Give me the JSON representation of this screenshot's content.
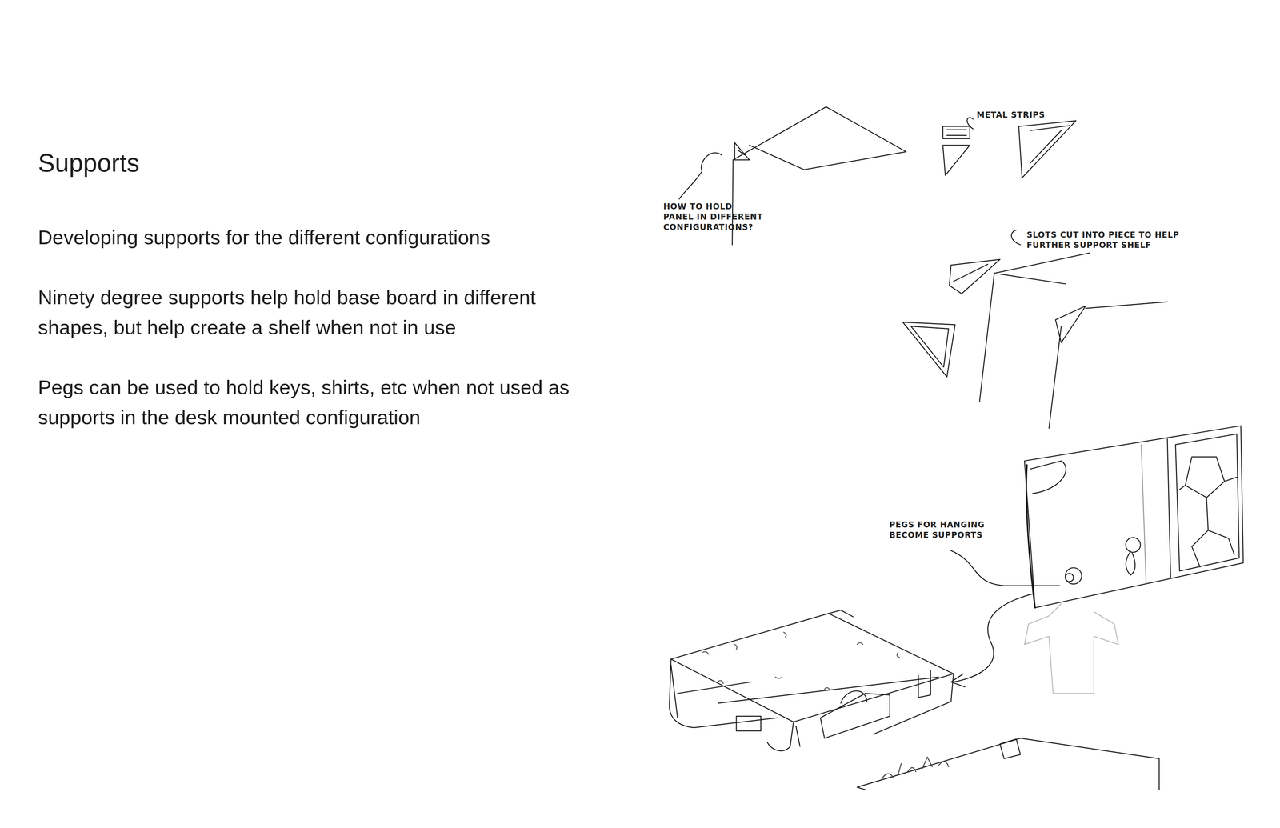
{
  "diagram": {
    "title": "Supports",
    "labels": [
      "Developing supports for the different configurations",
      "Ninety degree supports help hold base board in different shapes, but help create a shelf when not in use",
      "Pegs can be used to hold keys, shirts, etc when not used as supports in the desk mounted configuration",
      "METAL STRIPS",
      "HOW TO HOLD PANEL IN DIFFERENT CONFIGURATIONS?",
      "SLOTS CUT INTO PIECE TO HELP FURTHER SUPPORT SHELF",
      "PEGS FOR HANGING BECOME SUPPORTS"
    ]
  }
}
